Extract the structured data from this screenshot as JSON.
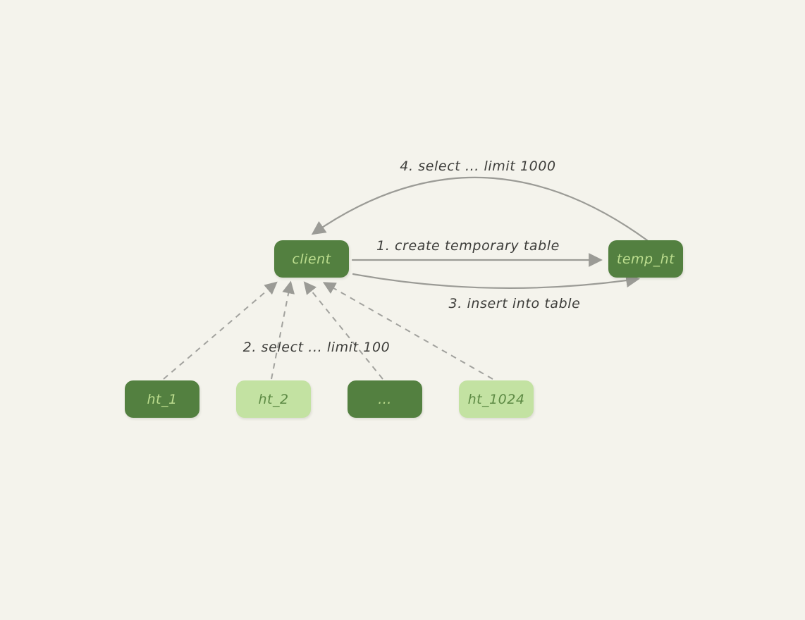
{
  "diagram": {
    "type": "flow-diagram",
    "colors": {
      "background": "#f4f3ec",
      "node_dark": "#538040",
      "node_light": "#c3e2a2",
      "text_on_dark": "#bcdd8e",
      "text_on_light": "#5d8a44",
      "arrow": "#9b9b96",
      "dashed_arrow": "#a2a29e",
      "label_text": "#3d3d3a"
    },
    "nodes": [
      {
        "id": "client",
        "label": "client",
        "variant": "dark"
      },
      {
        "id": "temp_ht",
        "label": "temp_ht",
        "variant": "dark"
      },
      {
        "id": "ht_1",
        "label": "ht_1",
        "variant": "dark"
      },
      {
        "id": "ht_2",
        "label": "ht_2",
        "variant": "light"
      },
      {
        "id": "ht_dots",
        "label": "...",
        "variant": "dark"
      },
      {
        "id": "ht_1024",
        "label": "ht_1024",
        "variant": "light"
      }
    ],
    "edges": [
      {
        "step": 1,
        "label": "1. create temporary table",
        "from": "client",
        "to": "temp_ht",
        "style": "solid-straight"
      },
      {
        "step": 2,
        "label": "2. select ... limit 100",
        "from": "ht_1...ht_1024",
        "to": "client",
        "style": "dashed"
      },
      {
        "step": 3,
        "label": "3. insert into table",
        "from": "client",
        "to": "temp_ht",
        "style": "solid-curved"
      },
      {
        "step": 4,
        "label": "4. select ... limit 1000",
        "from": "temp_ht",
        "to": "client",
        "style": "solid-curved"
      }
    ]
  }
}
